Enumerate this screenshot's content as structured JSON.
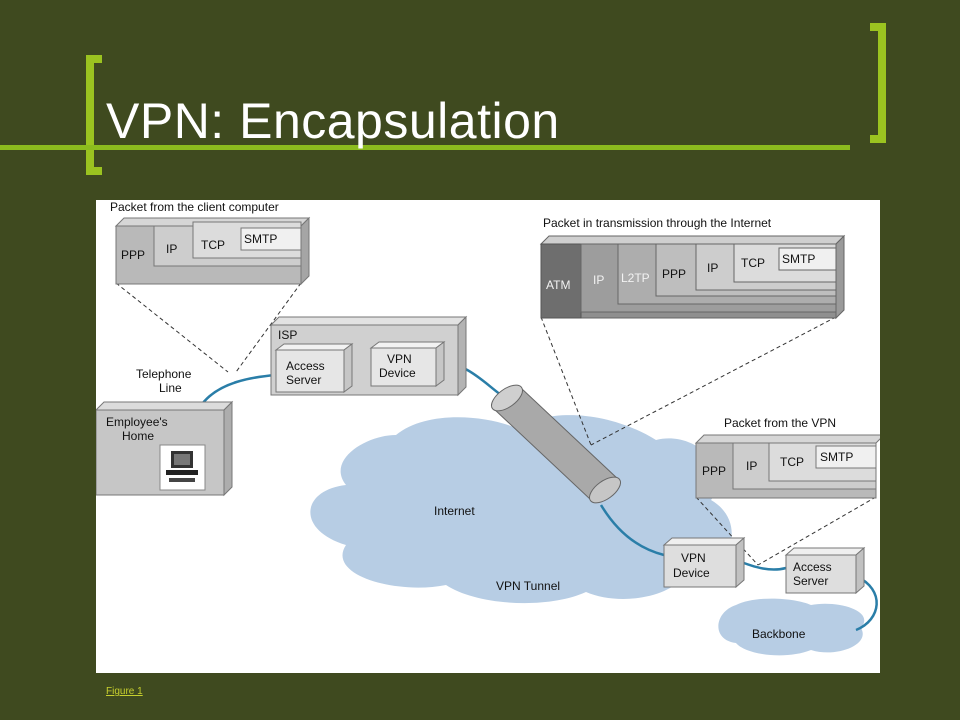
{
  "slide": {
    "title": "VPN: Encapsulation",
    "footer_link": "Figure 1"
  },
  "colors": {
    "background": "#3f4a1f",
    "accent": "#9bc320",
    "cloud": "#b7cde4",
    "cable": "#2a7ea8"
  },
  "diagram": {
    "client_packet": {
      "caption": "Packet from the client computer",
      "layers": [
        "PPP",
        "IP",
        "TCP",
        "SMTP"
      ]
    },
    "internet_packet": {
      "caption": "Packet in transmission through the Internet",
      "layers": [
        "ATM",
        "IP",
        "L2TP",
        "PPP",
        "IP",
        "TCP",
        "SMTP"
      ]
    },
    "vpn_packet": {
      "caption": "Packet from the VPN",
      "layers": [
        "PPP",
        "IP",
        "TCP",
        "SMTP"
      ]
    },
    "telephone_line": [
      "Telephone",
      "Line"
    ],
    "home": [
      "Employee's",
      "Home"
    ],
    "isp": {
      "label": "ISP",
      "access_server": [
        "Access",
        "Server"
      ],
      "vpn_device": [
        "VPN",
        "Device"
      ]
    },
    "internet_label": "Internet",
    "tunnel_label": "VPN Tunnel",
    "remote": {
      "vpn_device": [
        "VPN",
        "Device"
      ],
      "access_server": [
        "Access",
        "Server"
      ],
      "backbone": "Backbone"
    }
  }
}
